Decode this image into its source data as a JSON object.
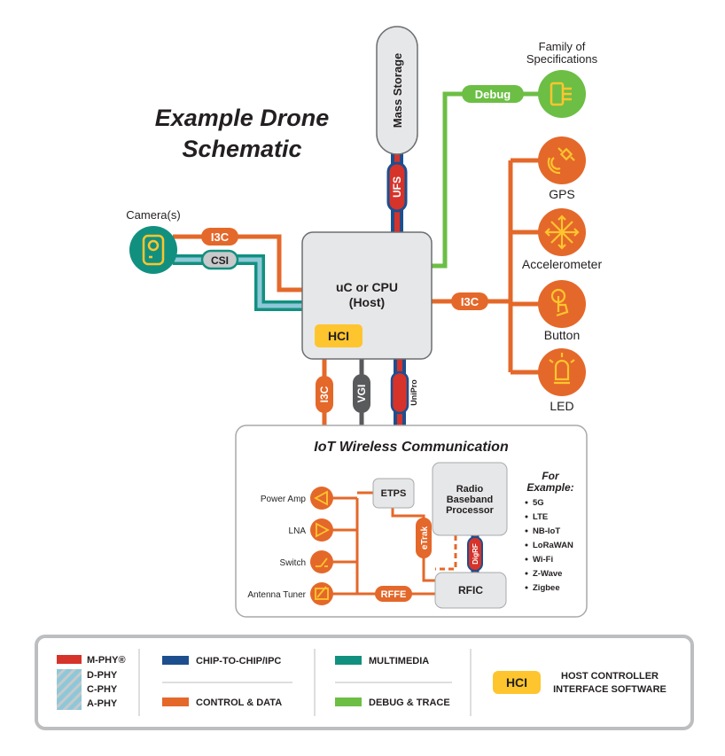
{
  "title": {
    "line1": "Example Drone",
    "line2": "Schematic"
  },
  "host": {
    "line1": "uC or CPU",
    "line2": "(Host)",
    "hci": "HCI"
  },
  "mass_storage": "Mass Storage",
  "family": {
    "line1": "Family of",
    "line2": "Specifications"
  },
  "camera": "Camera(s)",
  "sensors": [
    "GPS",
    "Accelerometer",
    "Button",
    "LED"
  ],
  "links": {
    "ufs": "UFS",
    "debug": "Debug",
    "i3c_camera": "I3C",
    "csi": "CSI",
    "i3c_sensors": "I3C",
    "i3c_iot": "I3C",
    "vgi": "VGI",
    "unipro": "UniPro",
    "etps": "ETPS",
    "etrak": "eTrak",
    "digrf": "DigRF",
    "rffe": "RFFE"
  },
  "iot": {
    "title": "IoT Wireless Communication",
    "rf_components": [
      "Power Amp",
      "LNA",
      "Switch",
      "Antenna Tuner"
    ],
    "baseband": {
      "line1": "Radio",
      "line2": "Baseband",
      "line3": "Processor"
    },
    "rfic": "RFIC",
    "example_heading": {
      "line1": "For",
      "line2": "Example:"
    },
    "examples": [
      "5G",
      "LTE",
      "NB-IoT",
      "LoRaWAN",
      "Wi-Fi",
      "Z-Wave",
      "Zigbee"
    ]
  },
  "legend": {
    "phys": [
      "M-PHY®",
      "D-PHY",
      "C-PHY",
      "A-PHY"
    ],
    "chip_to_chip": "CHIP-TO-CHIP/IPC",
    "control_data": "CONTROL & DATA",
    "multimedia": "MULTIMEDIA",
    "debug_trace": "DEBUG & TRACE",
    "hci": "HCI",
    "hci_desc": {
      "line1": "HOST CONTROLLER",
      "line2": "INTERFACE SOFTWARE"
    }
  },
  "colors": {
    "orange": "#e4682a",
    "green": "#6cbe45",
    "teal": "#12907f",
    "blue": "#1d4f8f",
    "red": "#d6332a",
    "gray": "#595a5c",
    "box_fill": "#e6e7e8",
    "yellow": "#fec52e"
  },
  "icons": [
    "gps-satellite-icon",
    "accelerometer-arrows-icon",
    "button-finger-icon",
    "led-bulb-icon",
    "debug-connector-icon",
    "camera-icon",
    "power-amp-icon",
    "lna-icon",
    "switch-icon",
    "antenna-tuner-icon"
  ]
}
